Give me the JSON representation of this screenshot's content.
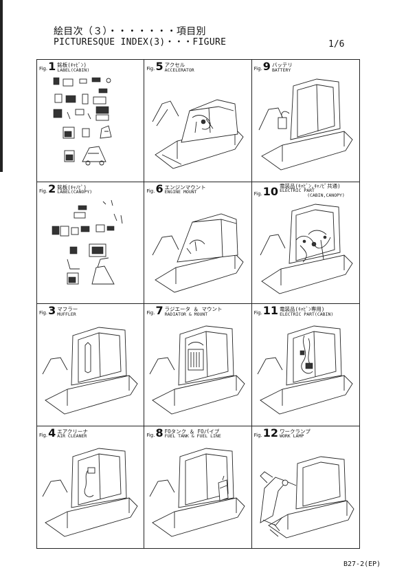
{
  "header": {
    "line1": "絵目次（３）・・・・・・・項目別",
    "line2": "PICTURESQUE INDEX(3)・・・FIGURE",
    "page": "1/6"
  },
  "footer_code": "B27-2(EP)",
  "fig_prefix": "Fig.",
  "figures": [
    {
      "num": "1",
      "ja": "銘板(ｷｬﾋﾞﾝ)",
      "en": "LABEL(CABIN)",
      "sub": ""
    },
    {
      "num": "5",
      "ja": "アクセル",
      "en": "ACCELERATOR",
      "sub": ""
    },
    {
      "num": "9",
      "ja": "バッテリ",
      "en": "BATTERY",
      "sub": ""
    },
    {
      "num": "2",
      "ja": "銘板(ｷｬﾉﾋﾟ)",
      "en": "LABEL(CANOPY)",
      "sub": ""
    },
    {
      "num": "6",
      "ja": "エンジンマウント",
      "en": "ENGINE MOUNT",
      "sub": ""
    },
    {
      "num": "10",
      "ja": "電装品(ｷｬﾋﾞﾝ,ｷｬﾉﾋﾟ共通)",
      "en": "ELECTRIC PART",
      "sub": "(CABIN,CANOPY)"
    },
    {
      "num": "3",
      "ja": "マフラー",
      "en": "MUFFLER",
      "sub": ""
    },
    {
      "num": "7",
      "ja": "ラジエータ ＆ マウント",
      "en": "RADIATOR & MOUNT",
      "sub": ""
    },
    {
      "num": "11",
      "ja": "電装品(ｷｬﾋﾞﾝ専用)",
      "en": "ELECTRIC PART(CABIN)",
      "sub": ""
    },
    {
      "num": "4",
      "ja": "エアクリーナ",
      "en": "AIR CLEANER",
      "sub": ""
    },
    {
      "num": "8",
      "ja": "FOタンク ＆ FOパイプ",
      "en": "FUEL TANK & FUEL LINE",
      "sub": ""
    },
    {
      "num": "12",
      "ja": "ワークランプ",
      "en": "WORK LAMP",
      "sub": ""
    }
  ]
}
